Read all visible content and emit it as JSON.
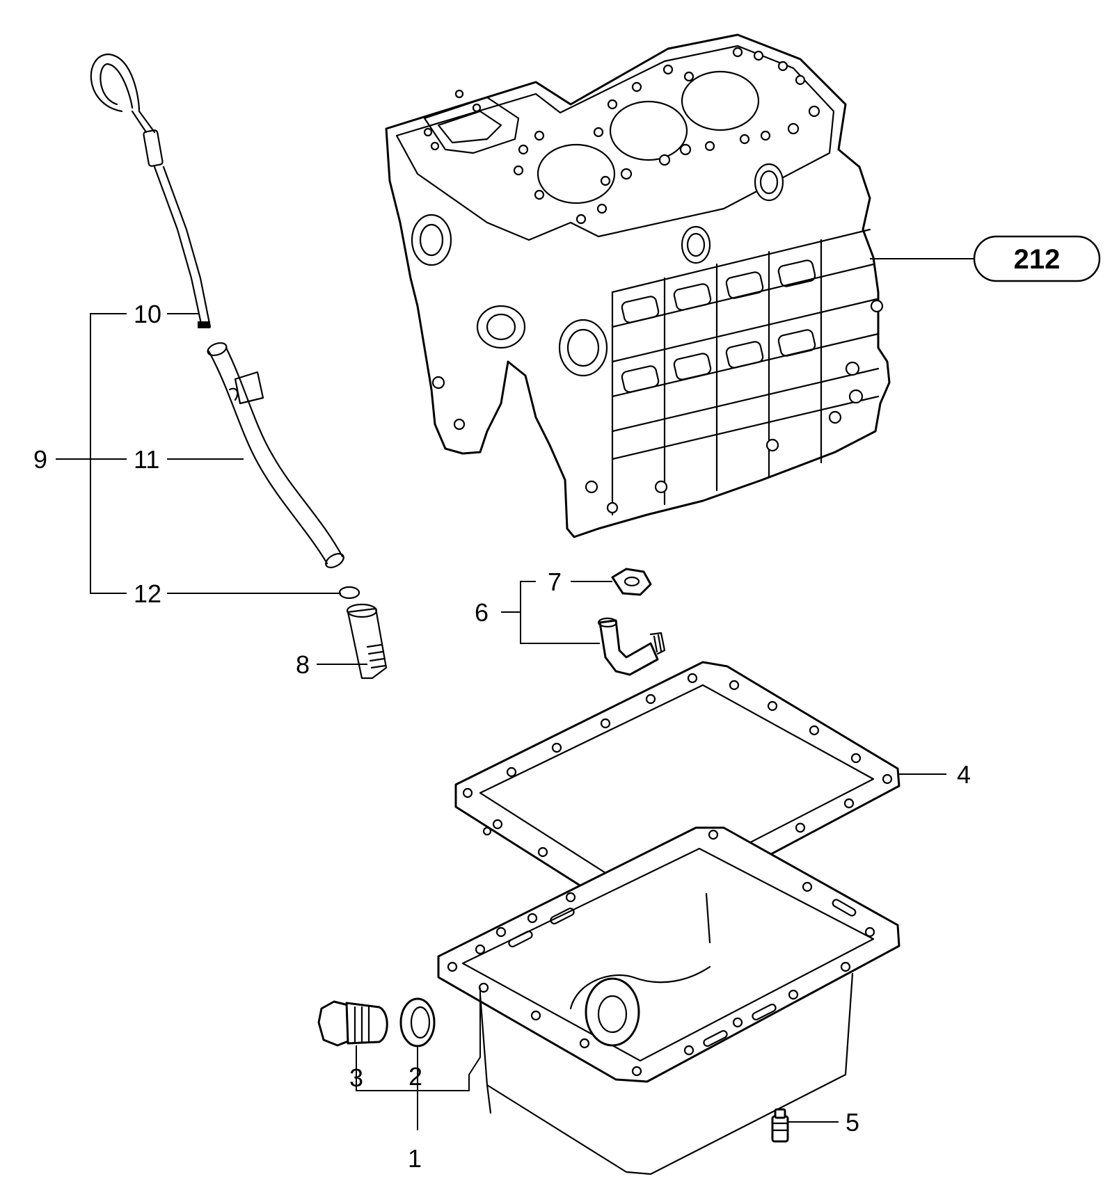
{
  "diagram": {
    "reference_callout": "212",
    "part_labels": {
      "p1": "1",
      "p2": "2",
      "p3": "3",
      "p4": "4",
      "p5": "5",
      "p6": "6",
      "p7": "7",
      "p8": "8",
      "p9": "9",
      "p10": "10",
      "p11": "11",
      "p12": "12"
    }
  }
}
